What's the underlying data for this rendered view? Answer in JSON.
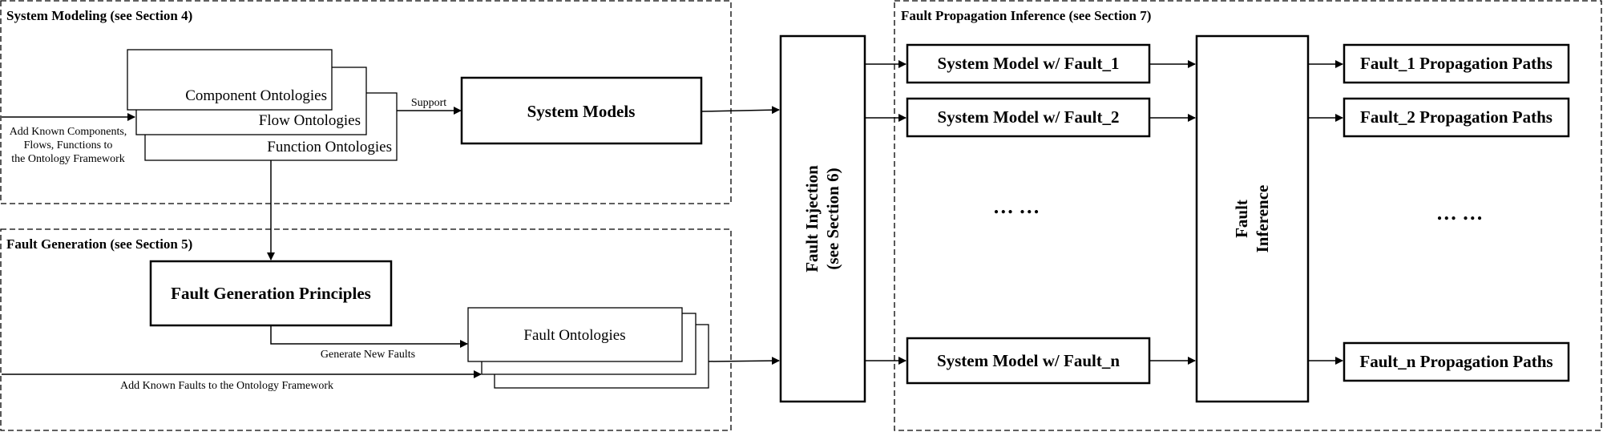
{
  "regions": {
    "system_modeling": "System Modeling (see Section 4)",
    "fault_generation": "Fault Generation (see Section 5)",
    "fault_propagation": "Fault Propagation Inference (see Section 7)"
  },
  "ontologies": {
    "component": "Component Ontologies",
    "flow": "Flow Ontologies",
    "function": "Function Ontologies",
    "fault": "Fault Ontologies"
  },
  "inputs": {
    "add_known_components": [
      "Add Known Components,",
      "Flows, Functions to",
      "the Ontology Framework"
    ],
    "add_known_faults": "Add Known Faults to the Ontology Framework"
  },
  "edges": {
    "support": "Support",
    "generate_new_faults": "Generate New Faults"
  },
  "boxes": {
    "system_models": "System Models",
    "fault_generation_principles": "Fault Generation Principles",
    "fault_injection": [
      "Fault Injection",
      "(see Section 6)"
    ],
    "fault_inference": [
      "Fault",
      "Inference"
    ]
  },
  "fault_models": [
    "System Model w/ Fault_1",
    "System Model w/ Fault_2",
    "System Model w/ Fault_n"
  ],
  "propagation_paths": [
    "Fault_1 Propagation Paths",
    "Fault_2 Propagation Paths",
    "Fault_n Propagation Paths"
  ],
  "ellipsis": "… …"
}
